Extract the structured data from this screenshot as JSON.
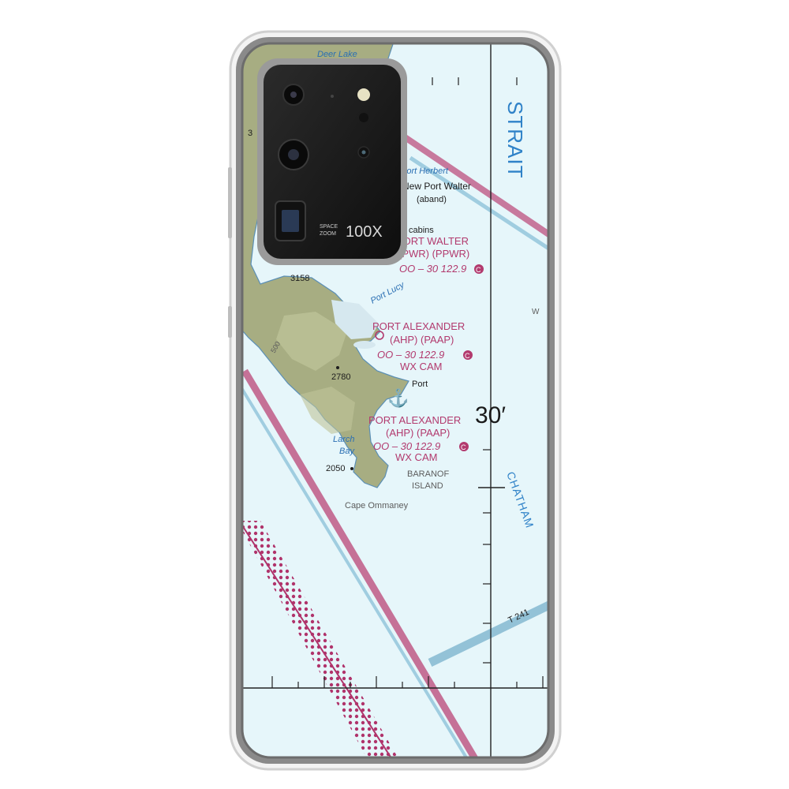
{
  "chart": {
    "places": {
      "deer_lake": "Deer Lake",
      "port_herbert": "Port Herbert",
      "new_port_walter": "New Port Walter",
      "aband": "(aband)",
      "cabins": "cabins",
      "port_lucy": "Port Lucy",
      "larch_bay_1": "Larch",
      "larch_bay_2": "Bay",
      "port": "Port",
      "baranof_1": "BARANOF",
      "baranof_2": "ISLAND",
      "cape": "Cape Ommaney",
      "strait": "STRAIT",
      "chatham": "CHATHAM",
      "t241": "T 241",
      "w": "W"
    },
    "elevations": {
      "e3158": "3158",
      "e2780": "2780",
      "e2050": "2050",
      "e500": "500",
      "e3": "3"
    },
    "latitude_label": "30′",
    "airports": [
      {
        "name": "PORT WALTER",
        "ids": "(PWR) (PPWR)",
        "freq": "OO – 30 122.9",
        "wx": ""
      },
      {
        "name": "PORT ALEXANDER",
        "ids": "(AHP) (PAAP)",
        "freq": "OO – 30 122.9",
        "wx": "WX CAM"
      },
      {
        "name": "PORT ALEXANDER",
        "ids": "(AHP) (PAAP)",
        "freq": "OO – 30 122.9",
        "wx": "WX CAM"
      }
    ],
    "circle_c": "C"
  },
  "camera": {
    "line1": "SPACE",
    "line2": "ZOOM",
    "zoom": "100X"
  },
  "colors": {
    "water": "#e6f6fa",
    "land": "#a7ad82",
    "airway_pink": "#c05a86",
    "airway_blue": "#7fb6cf",
    "case_frame": "#d9d9d9",
    "camera_body": "#1c1c1c"
  }
}
